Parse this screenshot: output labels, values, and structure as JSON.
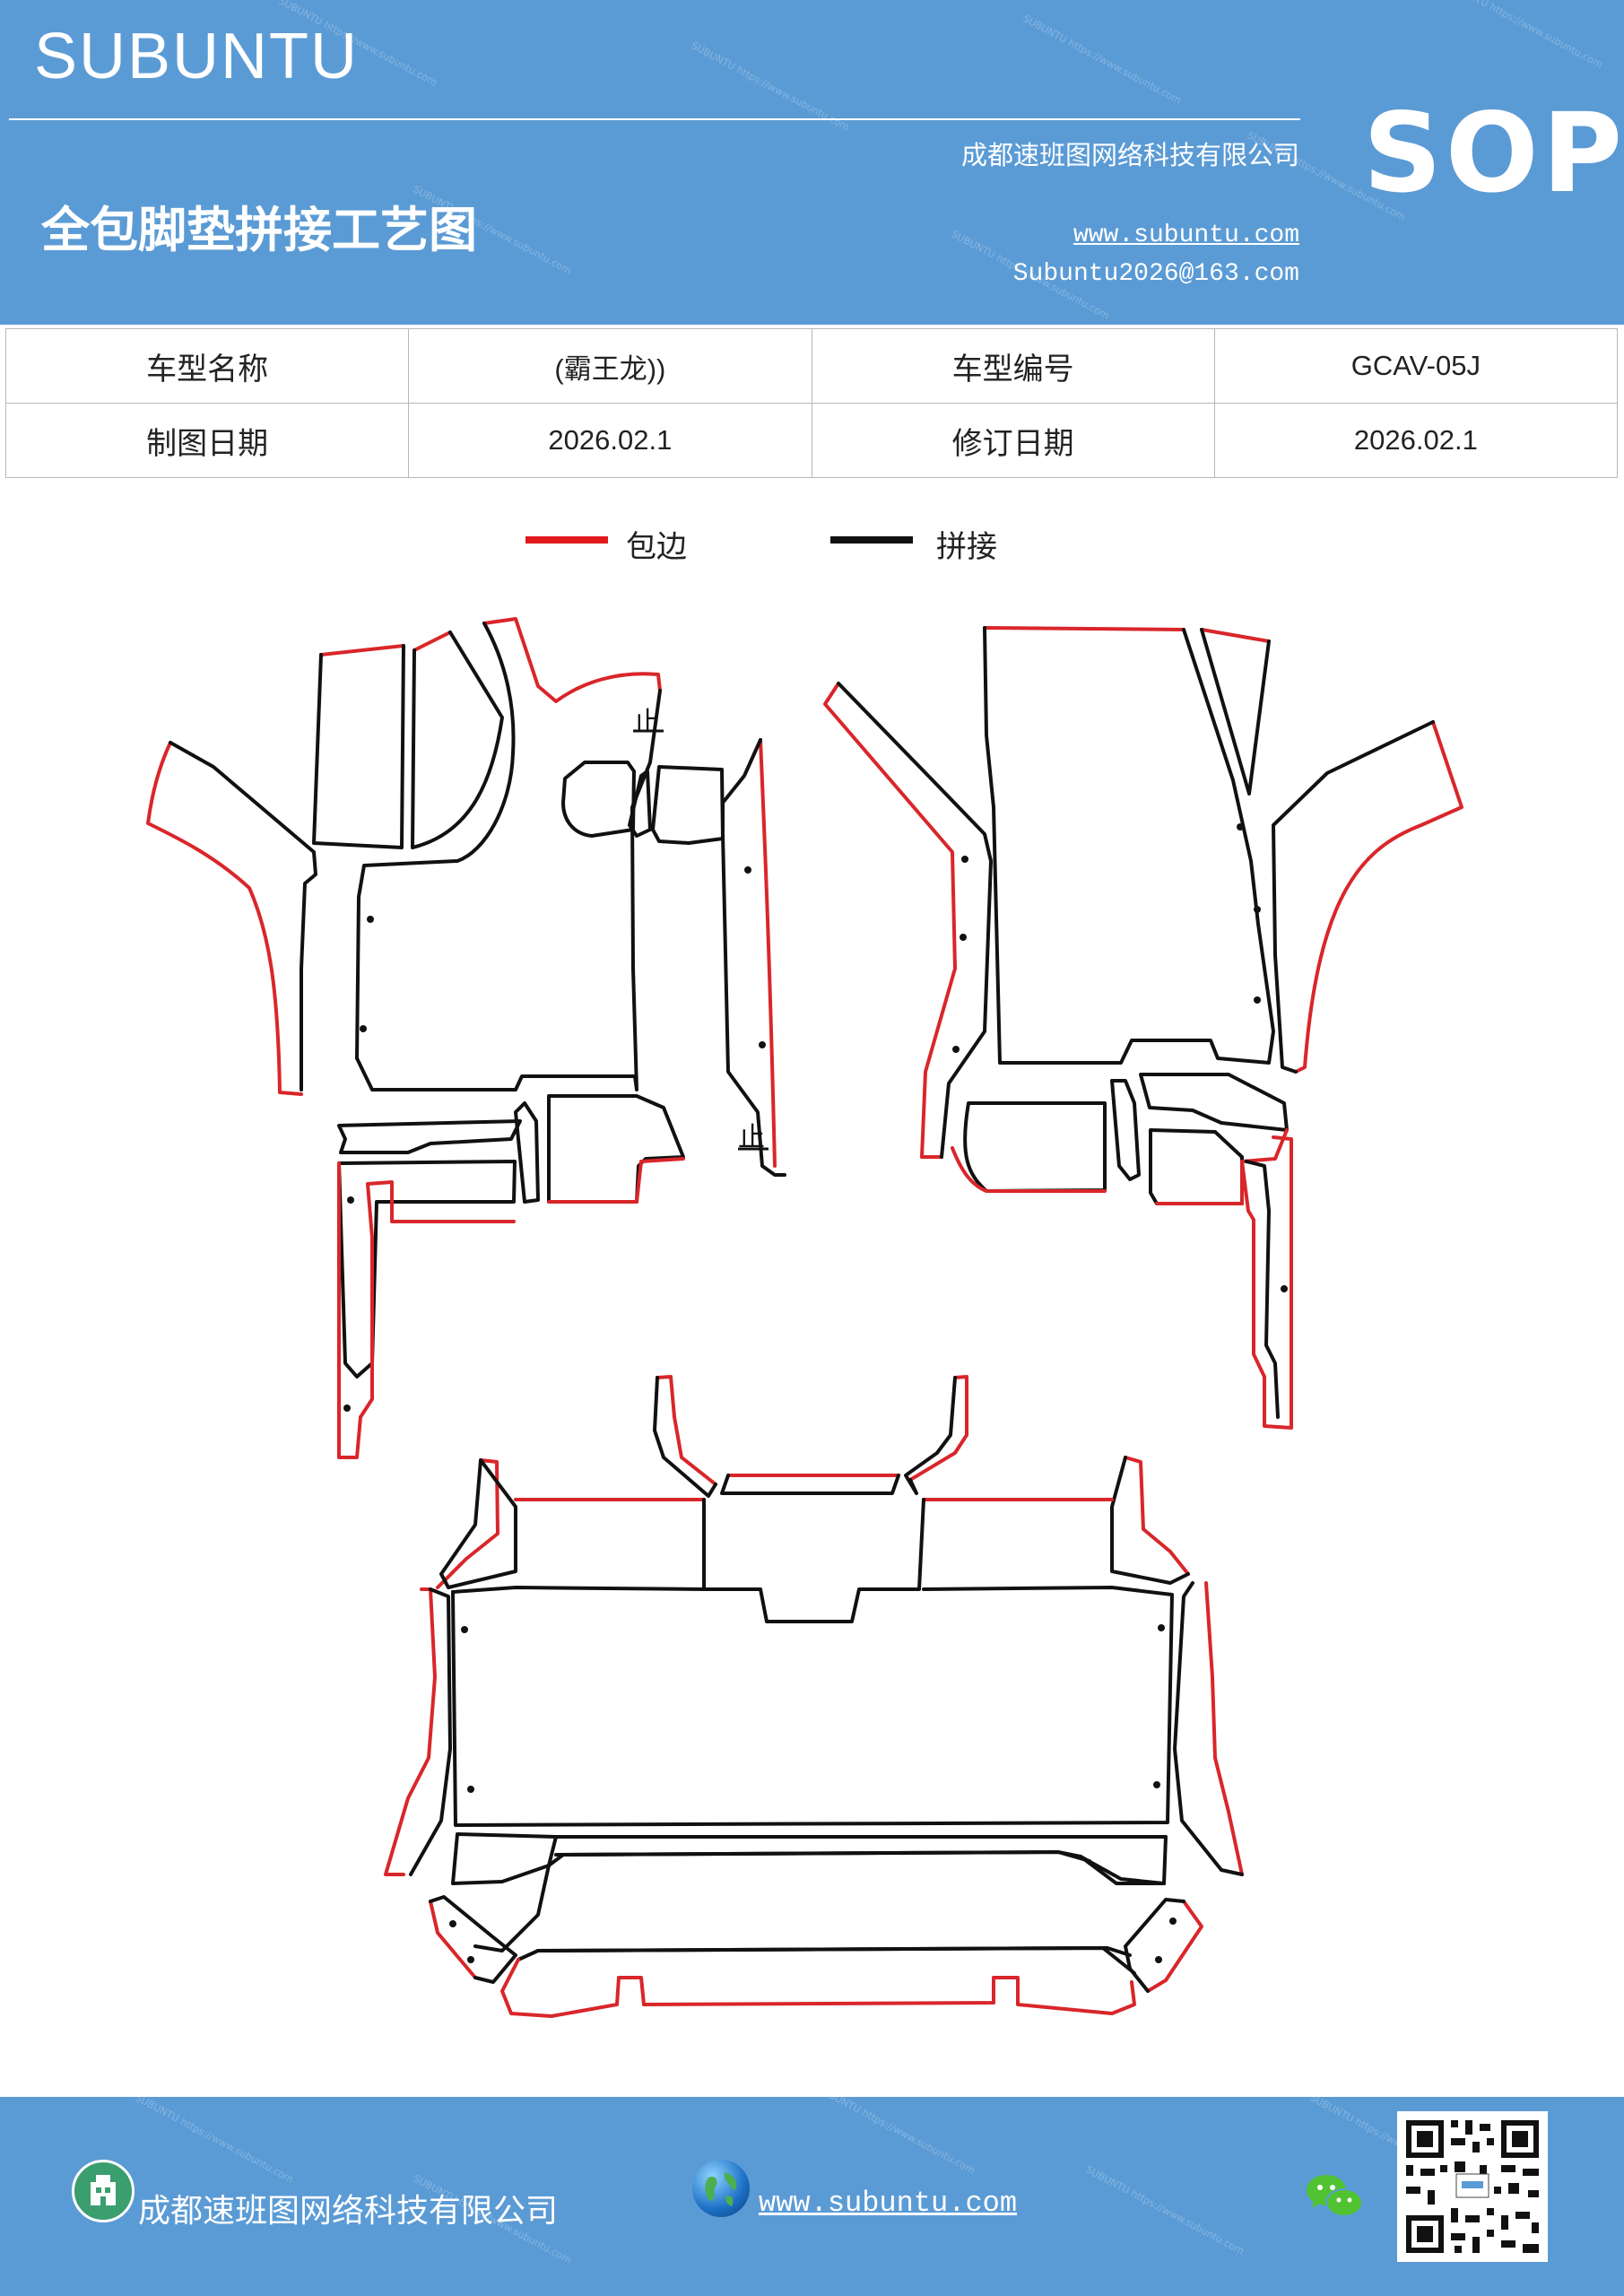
{
  "header": {
    "brand": "SUBUNTU",
    "document_title": "全包脚垫拼接工艺图",
    "company": "成都速班图网络科技有限公司",
    "website": "www.subuntu.com",
    "email": "Subuntu2026@163.com",
    "badge": "SOP"
  },
  "info_table": {
    "rows": [
      {
        "label1": "车型名称",
        "value1": "(霸王龙))",
        "label2": "车型编号",
        "value2": "GCAV-05J"
      },
      {
        "label1": "制图日期",
        "value1": "2026.02.1",
        "label2": "修订日期",
        "value2": "2026.02.1"
      }
    ]
  },
  "legend": {
    "items": [
      {
        "label": "包边",
        "color": "#e0191d"
      },
      {
        "label": "拼接",
        "color": "#111111"
      }
    ]
  },
  "diagram": {
    "marker_label": "止",
    "colors": {
      "edge": "#d9262a",
      "seam": "#111111"
    }
  },
  "footer": {
    "company": "成都速班图网络科技有限公司",
    "website": "www.subuntu.com",
    "icons": [
      "building-icon",
      "globe-icon",
      "wechat-icon",
      "qr-code"
    ]
  }
}
